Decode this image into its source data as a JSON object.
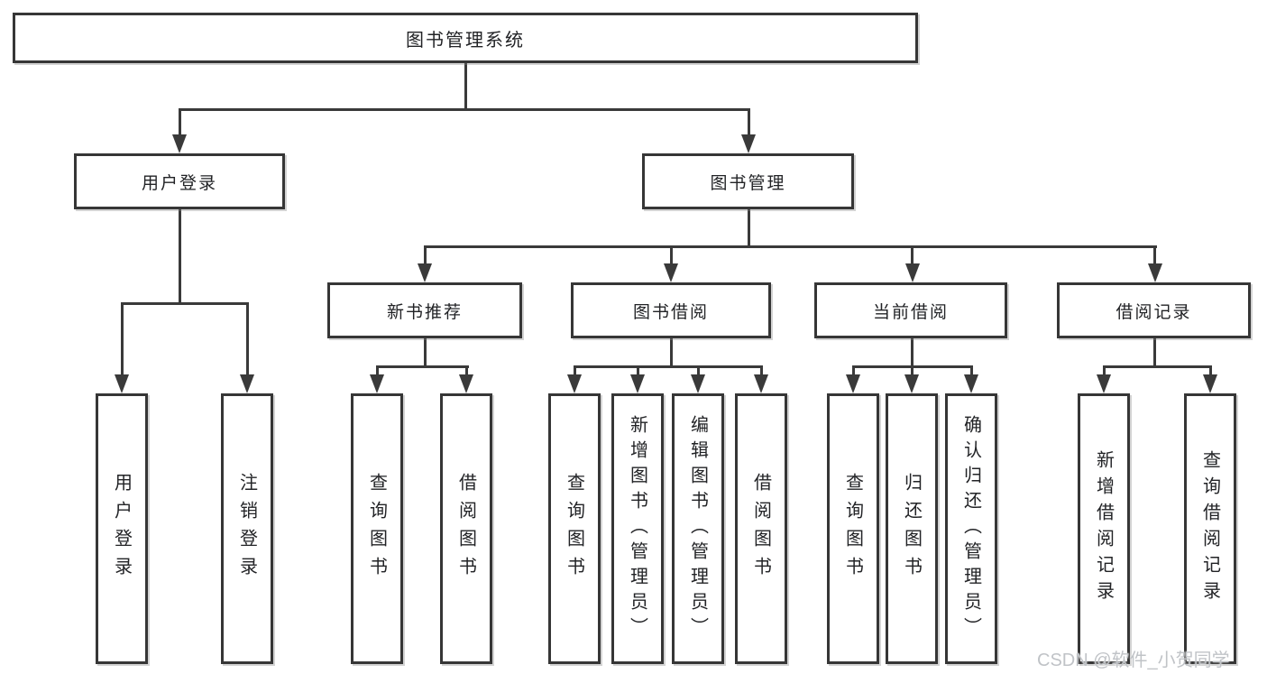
{
  "tree": {
    "root": {
      "label": "图书管理系统",
      "children": [
        {
          "label": "用户登录",
          "children": [
            {
              "label": "用户登录"
            },
            {
              "label": "注销登录"
            }
          ]
        },
        {
          "label": "图书管理",
          "children": [
            {
              "label": "新书推荐",
              "children": [
                {
                  "label": "查询图书"
                },
                {
                  "label": "借阅图书"
                }
              ]
            },
            {
              "label": "图书借阅",
              "children": [
                {
                  "label": "查询图书"
                },
                {
                  "label": "新增图书（管理员）"
                },
                {
                  "label": "编辑图书（管理员）"
                },
                {
                  "label": "借阅图书"
                }
              ]
            },
            {
              "label": "当前借阅",
              "children": [
                {
                  "label": "查询图书"
                },
                {
                  "label": "归还图书"
                },
                {
                  "label": "确认归还（管理员）"
                }
              ]
            },
            {
              "label": "借阅记录",
              "children": [
                {
                  "label": "新增借阅记录"
                },
                {
                  "label": "查询借阅记录"
                }
              ]
            }
          ]
        }
      ]
    }
  },
  "watermark": {
    "text": "CSDN @软件_小贺同学"
  },
  "colors": {
    "line": "#3a3a3a",
    "box_border": "#363636",
    "box_fill": "#ffffff",
    "text": "#222326",
    "watermark": "#c0c3c7"
  }
}
